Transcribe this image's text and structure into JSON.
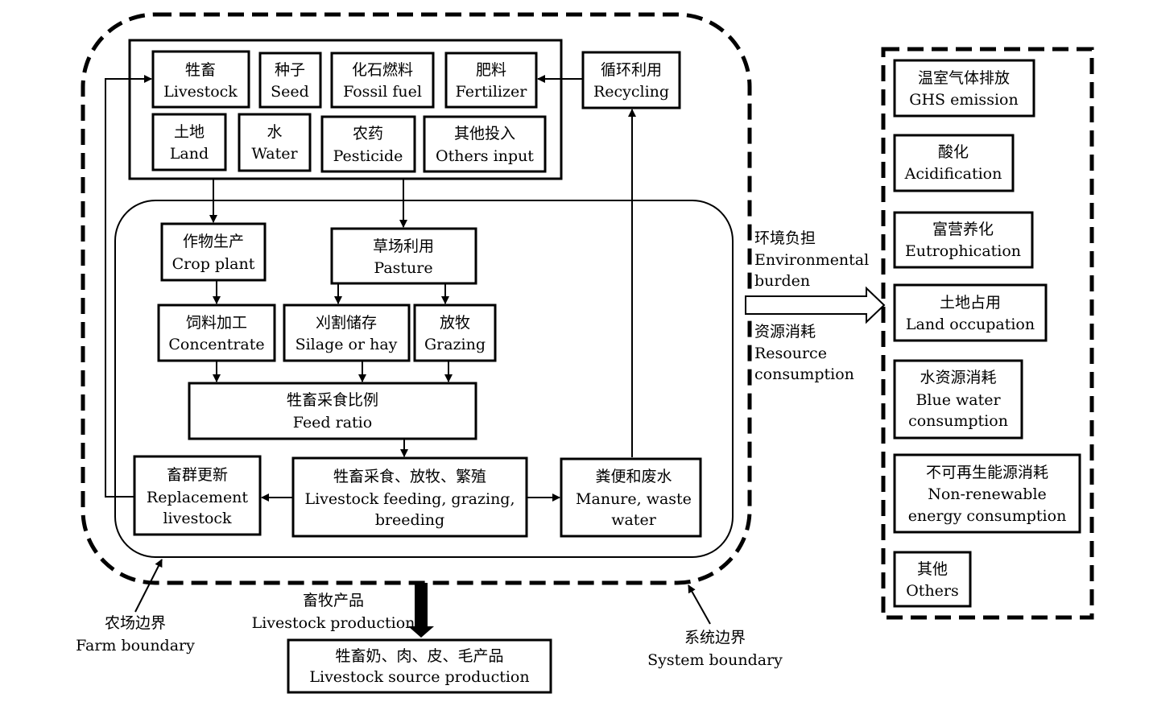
{
  "inputs": {
    "livestock": {
      "zh": "牲畜",
      "en": "Livestock"
    },
    "seed": {
      "zh": "种子",
      "en": "Seed"
    },
    "fossil_fuel": {
      "zh": "化石燃料",
      "en": "Fossil fuel"
    },
    "fertilizer": {
      "zh": "肥料",
      "en": "Fertilizer"
    },
    "land": {
      "zh": "土地",
      "en": "Land"
    },
    "water": {
      "zh": "水",
      "en": "Water"
    },
    "pesticide": {
      "zh": "农药",
      "en": "Pesticide"
    },
    "others_input": {
      "zh": "其他投入",
      "en": "Others input"
    }
  },
  "recycling": {
    "zh": "循环利用",
    "en": "Recycling"
  },
  "process": {
    "crop_plant": {
      "zh": "作物生产",
      "en": "Crop plant"
    },
    "pasture": {
      "zh": "草场利用",
      "en": "Pasture"
    },
    "concentrate": {
      "zh": "饲料加工",
      "en": "Concentrate"
    },
    "silage": {
      "zh": "刈割储存",
      "en": "Silage or hay"
    },
    "grazing": {
      "zh": "放牧",
      "en": "Grazing"
    },
    "feed_ratio": {
      "zh": "牲畜采食比例",
      "en": "Feed ratio"
    },
    "replacement": {
      "zh": "畜群更新",
      "en1": "Replacement",
      "en2": "livestock"
    },
    "feeding": {
      "zh": "牲畜采食、放牧、繁殖",
      "en1": "Livestock feeding, grazing,",
      "en2": "breeding"
    },
    "manure": {
      "zh": "粪便和废水",
      "en1": "Manure, waste",
      "en2": "water"
    }
  },
  "outputs": {
    "livestock_production": {
      "zh": "畜牧产品",
      "en": "Livestock production"
    },
    "source_production": {
      "zh": "牲畜奶、肉、皮、毛产品",
      "en": "Livestock source production"
    }
  },
  "boundaries": {
    "farm": {
      "zh": "农场边界",
      "en": "Farm boundary"
    },
    "system": {
      "zh": "系统边界",
      "en": "System boundary"
    }
  },
  "flows": {
    "env_burden": {
      "zh": "环境负担",
      "en1": "Environmental",
      "en2": "burden"
    },
    "resource": {
      "zh": "资源消耗",
      "en1": "Resource",
      "en2": "consumption"
    }
  },
  "impacts": {
    "ghg": {
      "zh": "温室气体排放",
      "en": "GHS emission"
    },
    "acidification": {
      "zh": "酸化",
      "en": "Acidification"
    },
    "eutrophication": {
      "zh": "富营养化",
      "en": "Eutrophication"
    },
    "land_occupation": {
      "zh": "土地占用",
      "en": "Land occupation"
    },
    "blue_water": {
      "zh": "水资源消耗",
      "en1": "Blue water",
      "en2": "consumption"
    },
    "non_renewable": {
      "zh": "不可再生能源消耗",
      "en1": "Non-renewable",
      "en2": "energy consumption"
    },
    "others": {
      "zh": "其他",
      "en": "Others"
    }
  }
}
